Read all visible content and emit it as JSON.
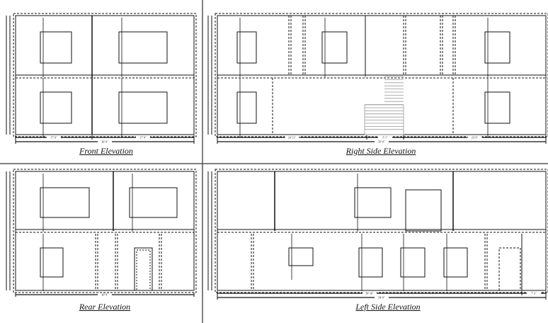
{
  "colors": {
    "line": "#111111",
    "divider": "#555555",
    "stairs": "#999999"
  },
  "elevations": [
    {
      "title": "Front Elevation",
      "dims": [
        "17' 0\"",
        "17' 0\"",
        "30' 0\""
      ]
    },
    {
      "title": "Right Side Elevation",
      "dims": [
        "24' 11\"",
        "5' 1\"",
        "23' 0\"",
        "50' 0\""
      ]
    },
    {
      "title": "Rear Elevation",
      "dims": [
        "30' 0\""
      ]
    },
    {
      "title": "Left Side Elevation",
      "dims": [
        "50' 10\"",
        "7' 2\"",
        "54' 0\""
      ]
    }
  ]
}
